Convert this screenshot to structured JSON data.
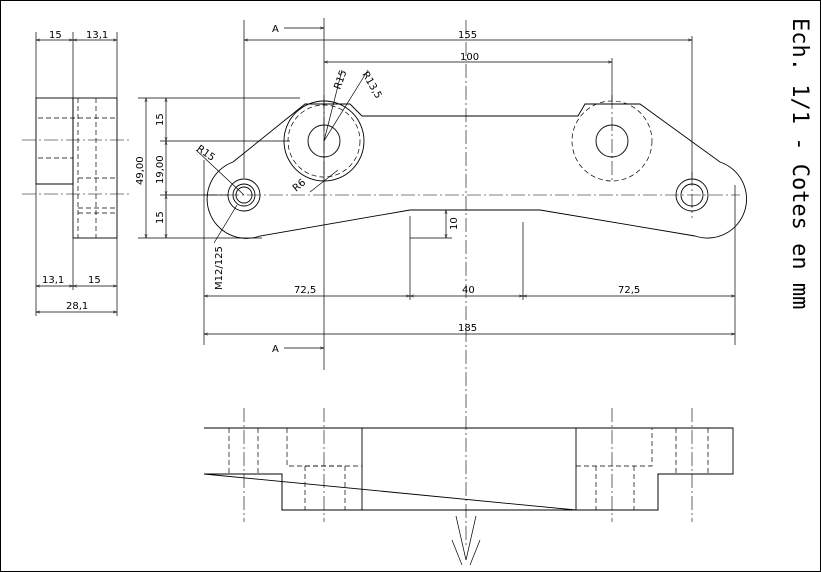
{
  "title_block": {
    "scale_note": "Ech. 1/1 - Cotes en mm"
  },
  "section": {
    "label": "A"
  },
  "side_view": {
    "width_top_left": "15",
    "width_top_right": "13,1",
    "width_bottom_left": "13,1",
    "width_bottom_right": "15",
    "overall_width": "28,1"
  },
  "front_view": {
    "overall_length": "185",
    "hole_spacing_outer": "155",
    "hole_spacing_inner": "100",
    "segment_left": "72,5",
    "segment_middle": "40",
    "segment_right": "72,5",
    "height_total": "49,00",
    "height_upper": "15",
    "height_middle": "19,00",
    "height_lower": "15",
    "notch_depth": "10",
    "radius_boss": "R15",
    "radius_boss_inner": "R13,5",
    "radius_end": "R15",
    "radius_fillet": "R6",
    "thread": "M12/125"
  }
}
